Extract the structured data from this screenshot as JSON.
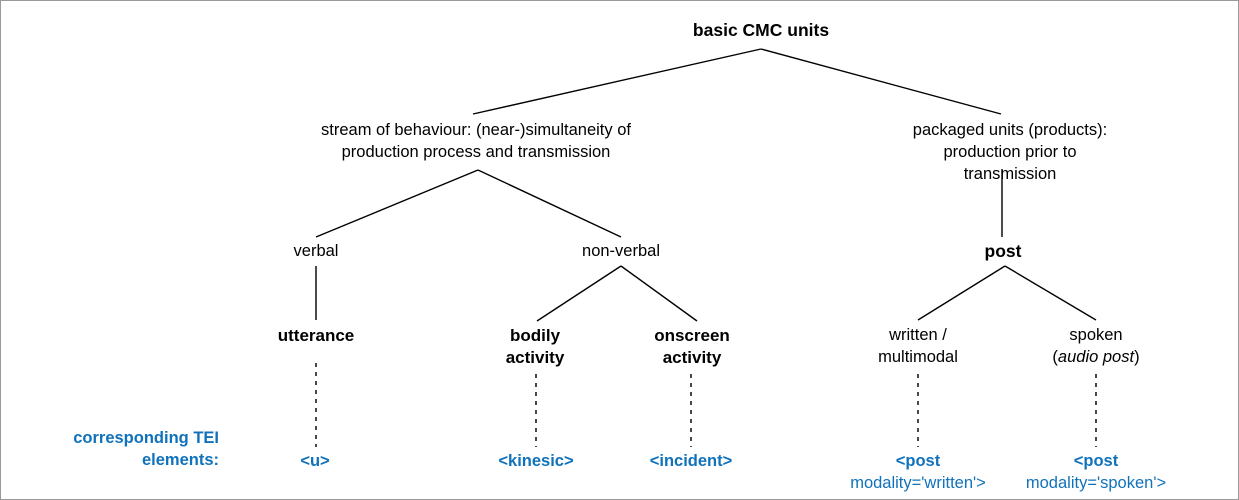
{
  "figure": {
    "title": "basic CMC units",
    "accent_color": "#1072bb",
    "text_color": "#000000",
    "background": "#ffffff"
  },
  "nodes": {
    "root": {
      "label": "basic CMC units"
    },
    "stream": {
      "label": "stream of behaviour: (near-)simultaneity of\nproduction process and transmission"
    },
    "packaged": {
      "label": "packaged units (products):\nproduction prior to transmission"
    },
    "verbal": {
      "label": "verbal"
    },
    "nonverbal": {
      "label": "non-verbal"
    },
    "post": {
      "label": "post"
    },
    "utterance": {
      "label": "utterance"
    },
    "bodily_activity": {
      "label": "bodily\nactivity"
    },
    "onscreen_activity": {
      "label": "onscreen\nactivity"
    },
    "written_multimodal": {
      "label": "written /\nmultimodal"
    },
    "spoken_line1": {
      "label": "spoken"
    },
    "spoken_line2_prefix": {
      "label": "("
    },
    "spoken_line2_italic": {
      "label": "audio post"
    },
    "spoken_line2_suffix": {
      "label": ")"
    }
  },
  "tei": {
    "legend": "corresponding TEI\nelements:",
    "utterance": {
      "tag": "<u>"
    },
    "kinesic": {
      "tag": "<kinesic>"
    },
    "incident": {
      "tag": "<incident>"
    },
    "post_written": {
      "tag": "<post",
      "attr": "modality='written'>"
    },
    "post_spoken": {
      "tag": "<post",
      "attr": "modality='spoken'>"
    }
  }
}
